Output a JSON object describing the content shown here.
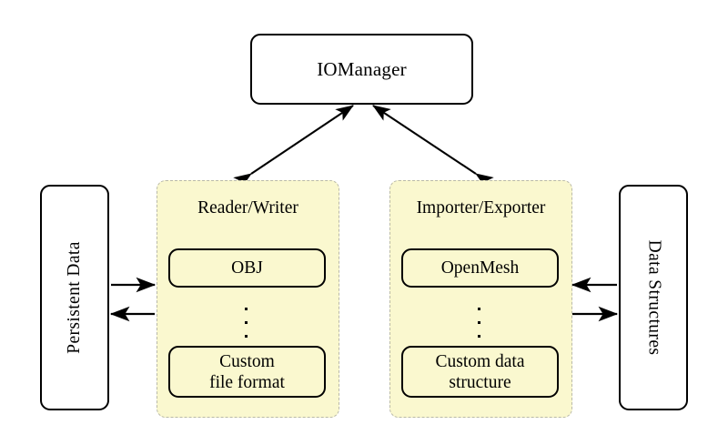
{
  "diagram": {
    "type": "architecture-block-diagram",
    "background_color": "#ffffff",
    "accent_fill": "#faf8cf",
    "group_border_color": "#b9b9a8",
    "stroke_color": "#000000"
  },
  "manager": {
    "label": "IOManager"
  },
  "left_endpoint": {
    "label": "Persistent Data",
    "orientation": "vertical-ccw"
  },
  "right_endpoint": {
    "label": "Data Structures",
    "orientation": "vertical-cw"
  },
  "groups": [
    {
      "id": "reader-writer",
      "title": "Reader/Writer",
      "items": [
        {
          "lines": [
            "OBJ"
          ]
        },
        {
          "lines": [
            "Custom",
            "file format"
          ]
        }
      ],
      "ellipsis": "vertical-ellipsis"
    },
    {
      "id": "importer-exporter",
      "title": "Importer/Exporter",
      "items": [
        {
          "lines": [
            "OpenMesh"
          ]
        },
        {
          "lines": [
            "Custom data",
            "structure"
          ]
        }
      ],
      "ellipsis": "vertical-ellipsis"
    }
  ],
  "connections": [
    {
      "id": "manager-to-reader-writer",
      "style": "double-headed-diagonal"
    },
    {
      "id": "manager-to-importer-exporter",
      "style": "double-headed-diagonal"
    },
    {
      "id": "persistent-data-to-reader-writer",
      "style": "single-arrow-right"
    },
    {
      "id": "reader-writer-to-persistent-data",
      "style": "single-arrow-left"
    },
    {
      "id": "data-structures-to-importer-exporter",
      "style": "single-arrow-left"
    },
    {
      "id": "importer-exporter-to-data-structures",
      "style": "single-arrow-right"
    }
  ]
}
